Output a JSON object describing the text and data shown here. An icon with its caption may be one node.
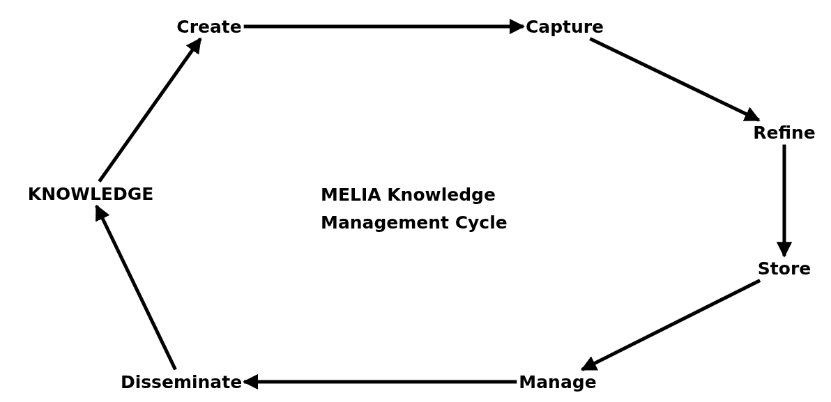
{
  "diagram": {
    "title": "MELIA Knowledge Management Cycle",
    "nodes": [
      {
        "text": [
          "Create"
        ]
      },
      {
        "text": [
          "Capture"
        ]
      },
      {
        "text": [
          "Refine"
        ]
      },
      {
        "text": [
          "Store"
        ]
      },
      {
        "text": [
          "Manage"
        ]
      },
      {
        "text": [
          "Disseminate"
        ]
      },
      {
        "text": [
          "KNOWLEDGE"
        ]
      }
    ],
    "edges": [
      {
        "from": 0,
        "to": 1,
        "arrow": "to"
      },
      {
        "from": 1,
        "to": 2,
        "arrow": "to"
      },
      {
        "from": 2,
        "to": 3,
        "arrow": "to"
      },
      {
        "from": 3,
        "to": 4,
        "arrow": "to"
      },
      {
        "from": 4,
        "to": 5,
        "arrow": "to"
      },
      {
        "from": 5,
        "to": 6,
        "arrow": "to"
      },
      {
        "from": 6,
        "to": 0,
        "arrow": "to"
      }
    ]
  }
}
